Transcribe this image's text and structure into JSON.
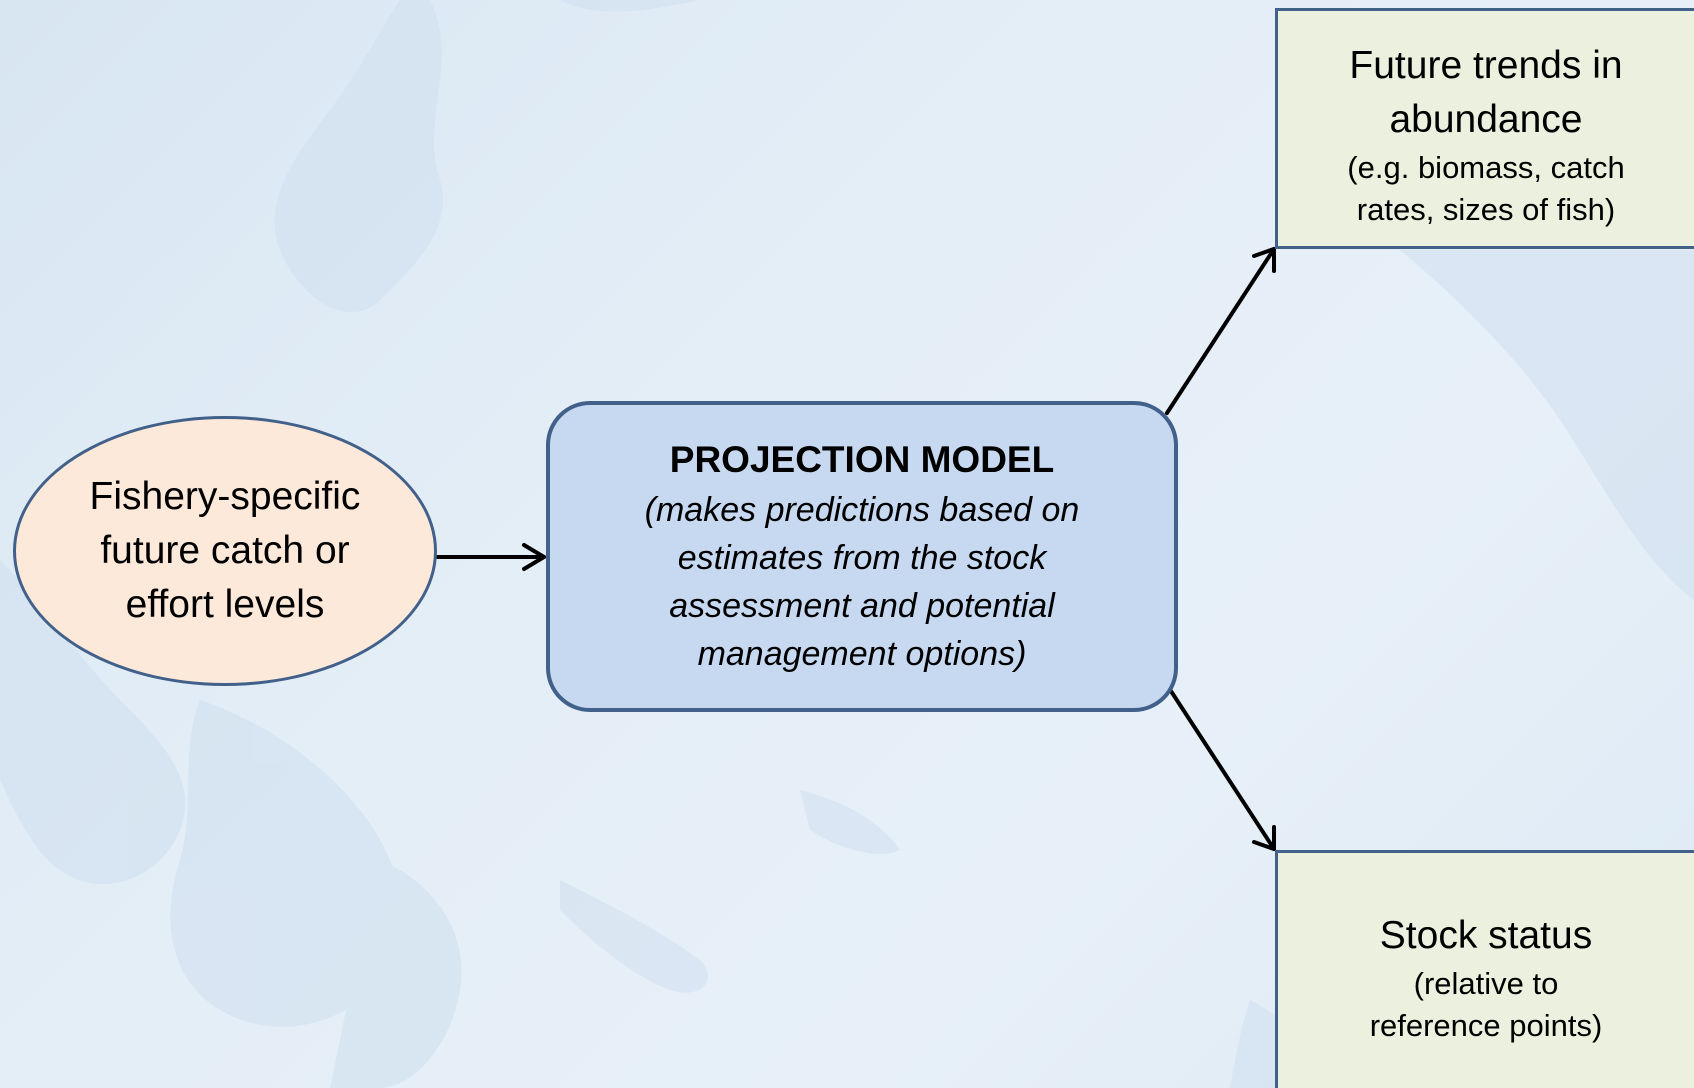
{
  "input_node": {
    "lines": [
      "Fishery-specific",
      "future catch or",
      "effort levels"
    ]
  },
  "model_node": {
    "title": "PROJECTION MODEL",
    "description_lines": [
      "(makes predictions based on",
      "estimates from the stock",
      "assessment and potential",
      "management options)"
    ]
  },
  "output_top": {
    "title_lines": [
      "Future trends in",
      "abundance"
    ],
    "sub_lines": [
      "(e.g. biomass, catch",
      "rates, sizes of fish)"
    ]
  },
  "output_bottom": {
    "title_lines": [
      "Stock status"
    ],
    "sub_lines": [
      "(relative to",
      "reference points)"
    ]
  },
  "colors": {
    "background": "#e2edf6",
    "input_fill": "#fde9da",
    "model_fill": "#c6d9f1",
    "output_fill": "#ebf1de",
    "border": "#41608a",
    "arrow": "#000000"
  }
}
